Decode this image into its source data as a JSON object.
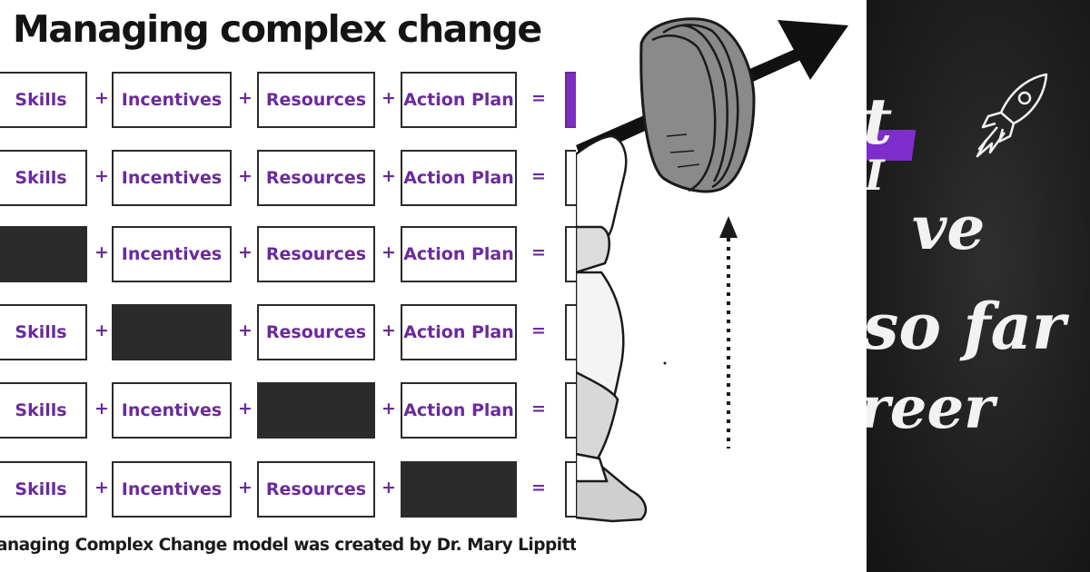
{
  "title": "Managing complex change",
  "footer": "anaging Complex Change model was created by Dr. Mary Lippitt",
  "colors": {
    "accent": "#6a2a9c",
    "missing_block": "#2b2b2b",
    "highlight": "#8a2fe0",
    "chalkboard": "#1f1f1f"
  },
  "operators": {
    "plus": "+",
    "equals": "="
  },
  "rows": [
    {
      "skills": "Skills",
      "incentives": "Incentives",
      "resources": "Resources",
      "action_plan": "Action Plan",
      "missing": "none"
    },
    {
      "skills": "Skills",
      "incentives": "Incentives",
      "resources": "Resources",
      "action_plan": "Action Plan",
      "missing": "none"
    },
    {
      "skills": "",
      "incentives": "Incentives",
      "resources": "Resources",
      "action_plan": "Action Plan",
      "missing": "skills"
    },
    {
      "skills": "Skills",
      "incentives": "",
      "resources": "Resources",
      "action_plan": "Action Plan",
      "missing": "incentives"
    },
    {
      "skills": "Skills",
      "incentives": "Incentives",
      "resources": "",
      "action_plan": "Action Plan",
      "missing": "resources"
    },
    {
      "skills": "Skills",
      "incentives": "Incentives",
      "resources": "Resources",
      "action_plan": "",
      "missing": "action_plan"
    }
  ],
  "chalkboard": {
    "lines": [
      "t",
      "I",
      "ve",
      "so far",
      "reer"
    ],
    "icon": "rocket-icon"
  }
}
